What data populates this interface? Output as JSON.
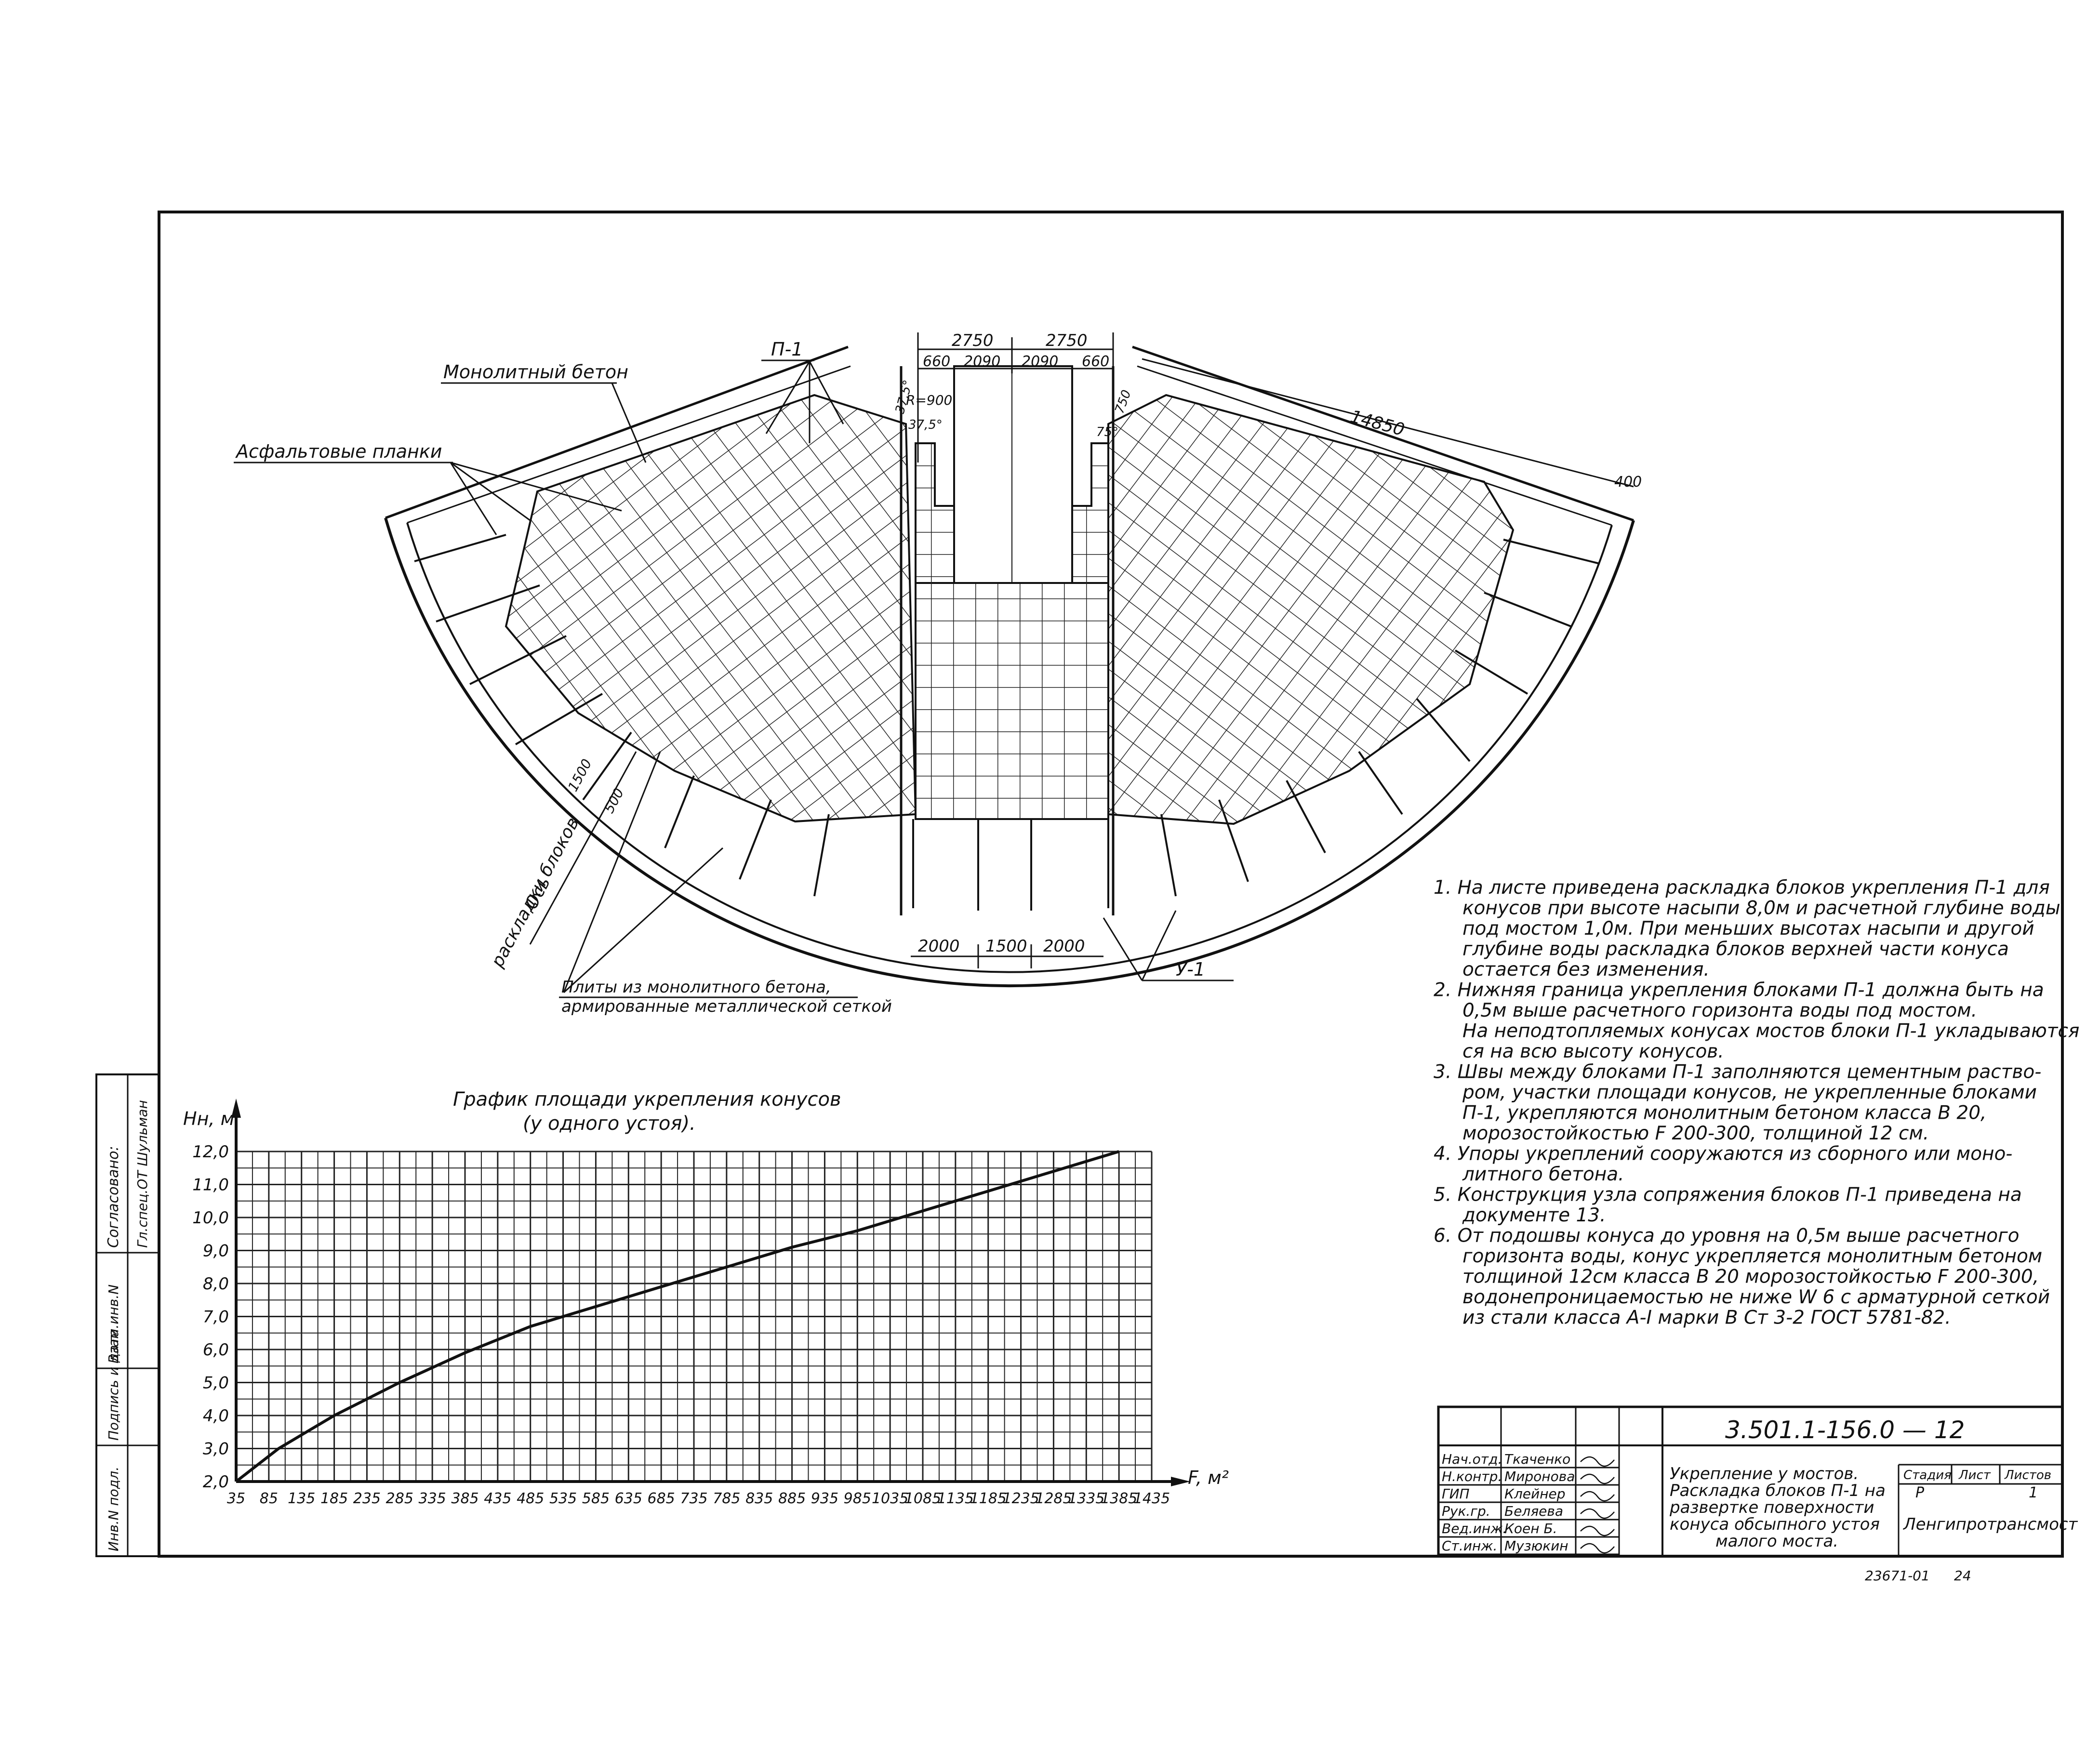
{
  "drawing": {
    "labels": {
      "monolith": "Монолитный бетон",
      "p1": "П-1",
      "asphalt": "Асфальтовые планки",
      "axis_1": "Ось",
      "axis_2": "раскладки блоков",
      "plates_1": "Плиты из монолитного бетона,",
      "plates_2": "армированные металлической сеткой",
      "u1": "У-1"
    },
    "dims": {
      "top_left": "2750",
      "top_right": "2750",
      "d660a": "660",
      "d2090a": "2090",
      "d2090b": "2090",
      "d660b": "660",
      "angle_left_1": "37,5°",
      "angle_left_2": "37,5°",
      "radius": "R=900",
      "angle_right": "75°",
      "d750": "750",
      "d14850": "14850",
      "d400": "400",
      "d1500": "1500",
      "d500": "500",
      "bot_2000a": "2000",
      "bot_1500": "1500",
      "bot_2000b": "2000"
    }
  },
  "chart_title_1": "График площади укрепления конусов",
  "chart_title_2": "(у одного устоя).",
  "chart_data": {
    "type": "line",
    "ylabel": "Нн, м",
    "xlabel": "F, м²",
    "xlim": [
      35,
      1435
    ],
    "ylim": [
      2.0,
      12.0
    ],
    "x_ticks": [
      "35",
      "85",
      "135",
      "185",
      "235",
      "285",
      "335",
      "385",
      "435",
      "485",
      "535",
      "585",
      "635",
      "685",
      "735",
      "785",
      "835",
      "885",
      "935",
      "985",
      "1035",
      "1085",
      "1135",
      "1185",
      "1235",
      "1285",
      "1335",
      "1385",
      "1435"
    ],
    "y_ticks": [
      "2,0",
      "3,0",
      "4,0",
      "5,0",
      "6,0",
      "7,0",
      "8,0",
      "9,0",
      "10,0",
      "11,0",
      "12,0"
    ],
    "grid": true,
    "x": [
      35,
      100,
      185,
      285,
      385,
      485,
      585,
      685,
      785,
      885,
      985,
      1085,
      1185,
      1285,
      1385
    ],
    "y": [
      2.0,
      3.0,
      4.0,
      5.0,
      5.9,
      6.7,
      7.3,
      7.9,
      8.5,
      9.1,
      9.6,
      10.2,
      10.8,
      11.4,
      12.0
    ]
  },
  "notes": [
    "1. На листе приведена раскладка блоков укрепления П-1 для",
    "конусов при высоте насыпи 8,0м и расчетной глубине воды",
    "под мостом 1,0м. При меньших высотах насыпи и другой",
    "глубине воды раскладка блоков верхней части конуса",
    "остается без изменения.",
    "2. Нижняя граница укрепления блоками П-1 должна быть на",
    "0,5м выше расчетного горизонта воды под мостом.",
    "На неподтопляемых конусах мостов блоки П-1 укладываются",
    "ся на всю высоту конусов.",
    "3. Швы между блоками П-1 заполняются цементным раство-",
    "ром, участки площади конусов, не укрепленные блоками",
    "П-1, укрепляются монолитным бетоном класса В 20,",
    "морозостойкостью F 200-300, толщиной 12 см.",
    "4. Упоры укреплений сооружаются из сборного или моно-",
    "литного бетона.",
    "5. Конструкция узла сопряжения блоков П-1 приведена на",
    "документе 13.",
    "6. От подошвы конуса до уровня на 0,5м выше расчетного",
    "горизонта воды, конус укрепляется монолитным бетоном",
    "толщиной 12см класса В 20 морозостойкостью F 200-300,",
    "водонепроницаемостью не ниже W 6 с арматурной сеткой",
    "из стали класса А-I марки В Ст 3-2 ГОСТ 5781-82."
  ],
  "left_strip": {
    "agreed": "Согласовано:",
    "agreed_name": "Гл.спец.ОТ Шульман",
    "inv_vzam": "Взам.инв.N",
    "sign_date": "Подпись и дата",
    "inv_podl": "Инв.N подл."
  },
  "title_block": {
    "code": "3.501.1-156.0 — 12",
    "roles": [
      "Нач.отд.",
      "Н.контр.",
      "ГИП",
      "Рук.гр.",
      "Вед.инж.",
      "Ст.инж."
    ],
    "names": [
      "Ткаченко",
      "Миронова",
      "Клейнер",
      "Беляева",
      "Коен Б.",
      "Музюкин"
    ],
    "description_1": "Укрепление у мостов.",
    "description_2": "Раскладка блоков П-1 на",
    "description_3": "развертке поверхности",
    "description_4": "конуса обсыпного устоя",
    "description_5": "малого моста.",
    "stage_h": "Стадия",
    "sheet_h": "Лист",
    "sheets_h": "Листов",
    "stage_v": "Р",
    "sheet_v": "",
    "sheets_v": "1",
    "org": "Ленгипротрансмост",
    "footer_num": "23671-01",
    "footer_page": "24"
  }
}
